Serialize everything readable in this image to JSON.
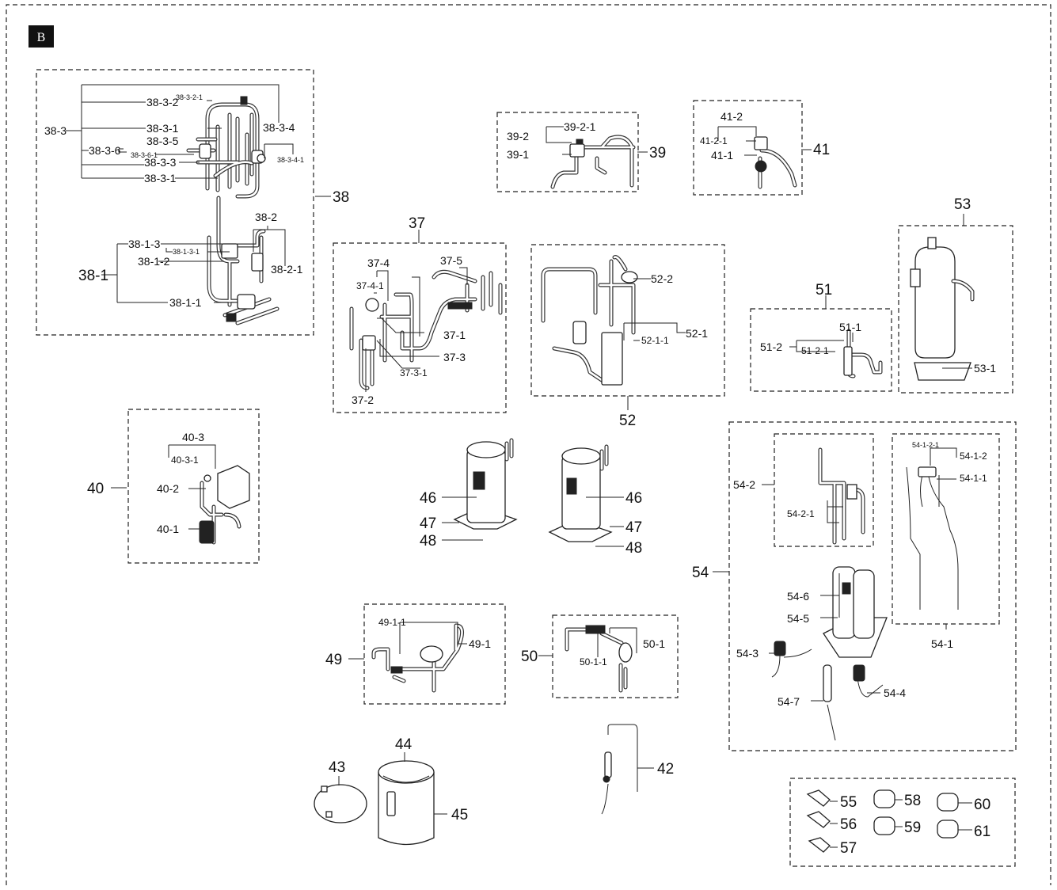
{
  "section_badge": "B",
  "callouts": {
    "c38": "38",
    "c38_3": "38-3",
    "c38_3_2": "38-3-2",
    "c38_3_2_1": "38-3-2-1",
    "c38_3_1a": "38-3-1",
    "c38_3_4": "38-3-4",
    "c38_3_5": "38-3-5",
    "c38_3_6": "38-3-6",
    "c38_3_6_1": "38-3-6-1",
    "c38_3_4_1": "38-3-4-1",
    "c38_3_3": "38-3-3",
    "c38_3_1b": "38-3-1",
    "c38_2": "38-2",
    "c38_2_1": "38-2-1",
    "c38_1": "38-1",
    "c38_1_3": "38-1-3",
    "c38_1_3_1": "38-1-3-1",
    "c38_1_2": "38-1-2",
    "c38_1_1": "38-1-1",
    "c39": "39",
    "c39_2": "39-2",
    "c39_2_1": "39-2-1",
    "c39_1": "39-1",
    "c41": "41",
    "c41_2": "41-2",
    "c41_2_1": "41-2-1",
    "c41_1": "41-1",
    "c37": "37",
    "c37_4": "37-4",
    "c37_4_1": "37-4-1",
    "c37_5": "37-5",
    "c37_1": "37-1",
    "c37_3": "37-3",
    "c37_3_1": "37-3-1",
    "c37_2": "37-2",
    "c52": "52",
    "c52_2": "52-2",
    "c52_1": "52-1",
    "c52_1_1": "52-1-1",
    "c53": "53",
    "c53_1": "53-1",
    "c51": "51",
    "c51_1": "51-1",
    "c51_2": "51-2",
    "c51_2_1": "51-2-1",
    "c40": "40",
    "c40_3": "40-3",
    "c40_3_1": "40-3-1",
    "c40_2": "40-2",
    "c40_1": "40-1",
    "c46a": "46",
    "c47a": "47",
    "c48a": "48",
    "c46b": "46",
    "c47b": "47",
    "c48b": "48",
    "c54": "54",
    "c54_2": "54-2",
    "c54_2_1": "54-2-1",
    "c54_1_2_1": "54-1-2-1",
    "c54_1_2": "54-1-2",
    "c54_1_1": "54-1-1",
    "c54_1": "54-1",
    "c54_6": "54-6",
    "c54_5": "54-5",
    "c54_3": "54-3",
    "c54_4": "54-4",
    "c54_7": "54-7",
    "c49": "49",
    "c49_1_1": "49-1-1",
    "c49_1": "49-1",
    "c50": "50",
    "c50_1": "50-1",
    "c50_1_1": "50-1-1",
    "c42": "42",
    "c43": "43",
    "c44": "44",
    "c45": "45",
    "c55": "55",
    "c56": "56",
    "c57": "57",
    "c58": "58",
    "c59": "59",
    "c60": "60",
    "c61": "61"
  }
}
